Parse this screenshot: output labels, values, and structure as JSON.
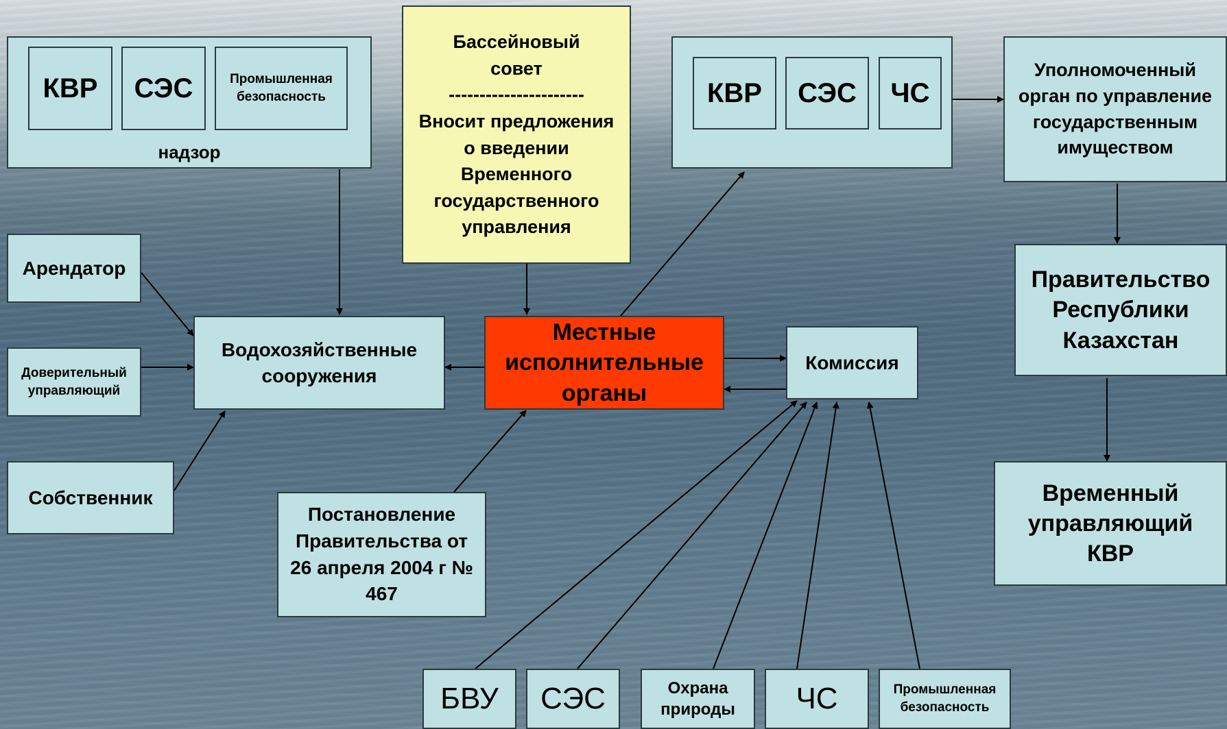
{
  "colors": {
    "box_fill": "#bfe1e3",
    "highlight_fill": "#ff3a00",
    "note_fill": "#f6f7b2",
    "line": "#000000"
  },
  "supervision": {
    "kvr": "КВР",
    "ses": "СЭС",
    "industrial_safety": "Промышленная безопасность",
    "label": "надзор"
  },
  "basin_council": {
    "title": "Бассейновый совет",
    "separator": "----------------------",
    "text": "Вносит предложения о введении Временного государственного управления"
  },
  "top_group": {
    "kvr": "КВР",
    "ses": "СЭС",
    "chs": "ЧС"
  },
  "authorized_body": "Уполномоченный орган по управление государственным имуществом",
  "government": "Правительство Республики Казахстан",
  "temp_manager": "Временный управляющий КВР",
  "tenant": "Арендатор",
  "trustee": "Доверительный управляющий",
  "owner": "Собственник",
  "water_facilities": "Водохозяйственные сооружения",
  "local_authorities": "Местные исполнительные органы",
  "commission": "Комиссия",
  "resolution": "Постановление Правительства от 26 апреля 2004 г № 467",
  "bottom": {
    "bvu": "БВУ",
    "ses": "СЭС",
    "nature": "Охрана природы",
    "chs": "ЧС",
    "industrial_safety": "Промышленная безопасность"
  }
}
